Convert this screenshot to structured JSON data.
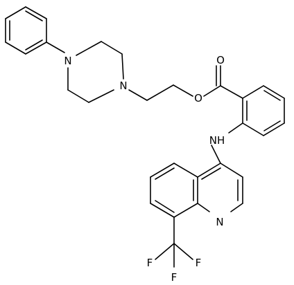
{
  "molecule": {
    "atom_labels": {
      "piperazine_n_top": "N",
      "piperazine_n_bottom": "N",
      "ester_o_single": "O",
      "ester_o_carbonyl": "O",
      "amine_nh": "NH",
      "quinoline_n": "N",
      "fluorine_1": "F",
      "fluorine_2": "F",
      "fluorine_3": "F"
    }
  }
}
